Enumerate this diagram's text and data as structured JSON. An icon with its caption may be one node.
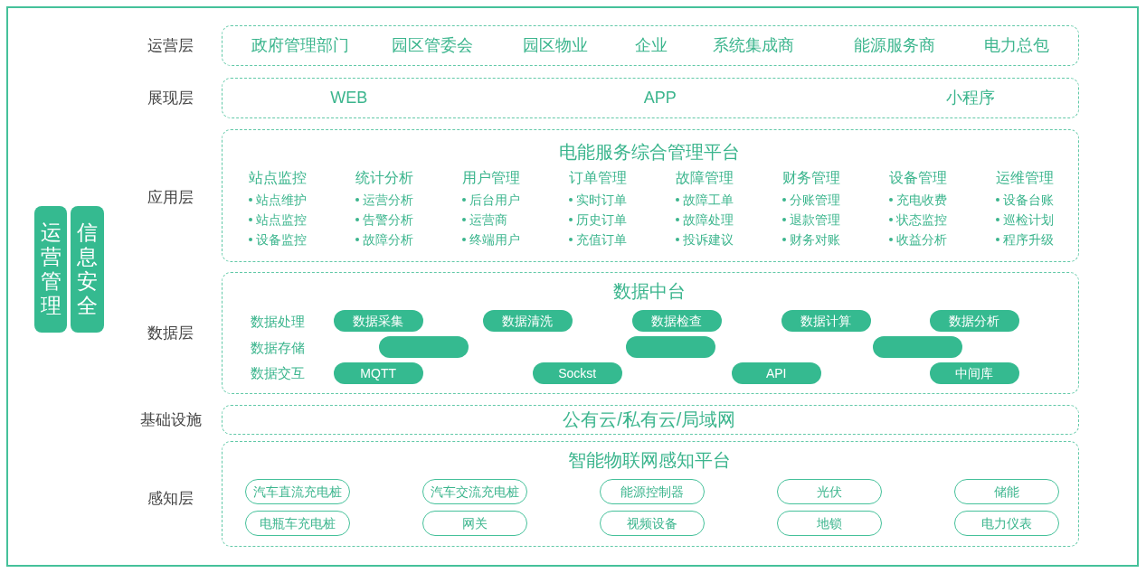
{
  "diagram": {
    "nodes": [
      {
        "text": [
          "运营层",
          "政府管理部门",
          "园区管委会",
          "园区物业",
          "企业",
          "系统集成商",
          "能源服务商",
          "电力总包"
        ]
      },
      {
        "text": [
          "展现层",
          "WEB",
          "APP",
          "小程序"
        ]
      },
      {
        "text": [
          "应用层",
          "电能服务综合管理平台",
          "站点监控",
          "站点维护",
          "站点监控",
          "设备监控",
          "统计分析",
          "运营分析",
          "告警分析",
          "故障分析",
          "用户管理",
          "后台用户",
          "运营商",
          "终端用户",
          "订单管理",
          "实时订单",
          "历史订单",
          "充值订单",
          "故障管理",
          "故障工单",
          "故障处理",
          "投诉建议",
          "财务管理",
          "分账管理",
          "退款管理",
          "财务对账",
          "设备管理",
          "充电收费",
          "状态监控",
          "收益分析",
          "运维管理",
          "设备台账",
          "巡检计划",
          "程序升级"
        ]
      },
      {
        "text": [
          "数据层",
          "数据中台",
          "数据处理",
          "数据存储",
          "数据交互"
        ]
      },
      {
        "text": [
          "数据采集"
        ],
        "in": 3
      },
      {
        "text": [
          "数据清洗"
        ],
        "in": 3
      },
      {
        "text": [
          "数据检查"
        ],
        "in": 3
      },
      {
        "text": [
          "数据计算"
        ],
        "in": 3
      },
      {
        "text": [
          "数据分析"
        ],
        "in": 3
      },
      {
        "text": [],
        "shape": "pill",
        "in": 3
      },
      {
        "text": [],
        "shape": "pill",
        "in": 3
      },
      {
        "text": [],
        "shape": "pill",
        "in": 3
      },
      {
        "text": [
          "MQTT"
        ],
        "in": 3
      },
      {
        "text": [
          "Sockst"
        ],
        "in": 3
      },
      {
        "text": [
          "API"
        ],
        "in": 3
      },
      {
        "text": [
          "中间库"
        ],
        "in": 3
      },
      {
        "text": [
          "基础设施",
          "公有云/私有云/局域网"
        ]
      },
      {
        "text": [
          "感知层",
          "智能物联网感知平台"
        ]
      },
      {
        "text": [
          "汽车直流充电桩"
        ],
        "in": 17
      },
      {
        "text": [
          "汽车交流充电桩"
        ],
        "in": 17
      },
      {
        "text": [
          "能源控制器"
        ],
        "in": 17
      },
      {
        "text": [
          "光伏"
        ],
        "in": 17
      },
      {
        "text": [
          "储能"
        ],
        "in": 17
      },
      {
        "text": [
          "电瓶车充电桩"
        ],
        "in": 17
      },
      {
        "text": [
          "网关"
        ],
        "in": 17
      },
      {
        "text": [
          "视频设备"
        ],
        "in": 17
      },
      {
        "text": [
          "地锁"
        ],
        "in": 17
      },
      {
        "text": [
          "电力仪表"
        ],
        "in": 17
      },
      {
        "text": [
          "运营管理"
        ]
      },
      {
        "text": [
          "信息安全"
        ]
      }
    ]
  }
}
